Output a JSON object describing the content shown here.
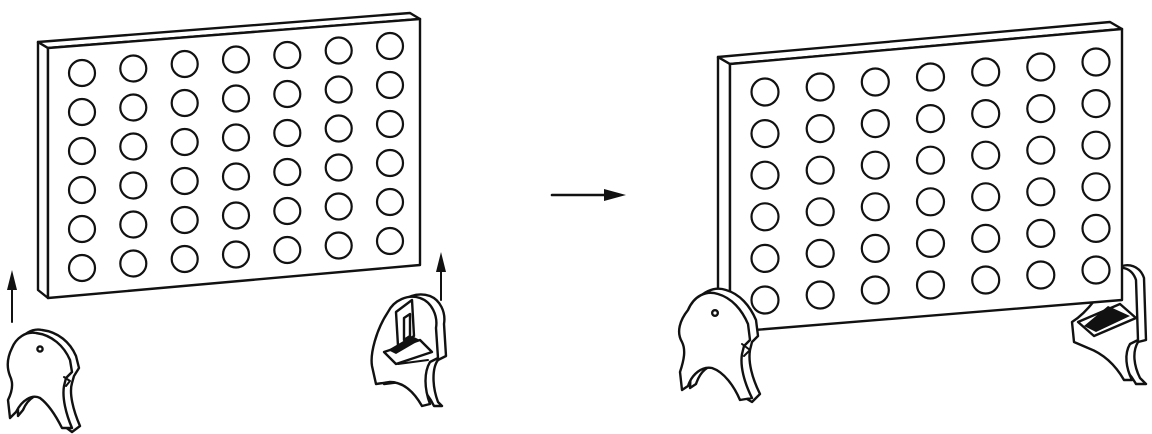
{
  "diagram": {
    "grid": {
      "columns": 7,
      "rows": 6
    },
    "colors": {
      "line": "#111111",
      "background": "#ffffff"
    },
    "steps": [
      {
        "name": "disassembled",
        "parts": [
          "grid-board",
          "left-stand",
          "right-stand",
          "up-arrow",
          "up-arrow"
        ]
      },
      {
        "name": "assembled",
        "parts": [
          "grid-board",
          "left-stand",
          "right-stand"
        ]
      }
    ],
    "transition_icon": "right-arrow-icon"
  }
}
